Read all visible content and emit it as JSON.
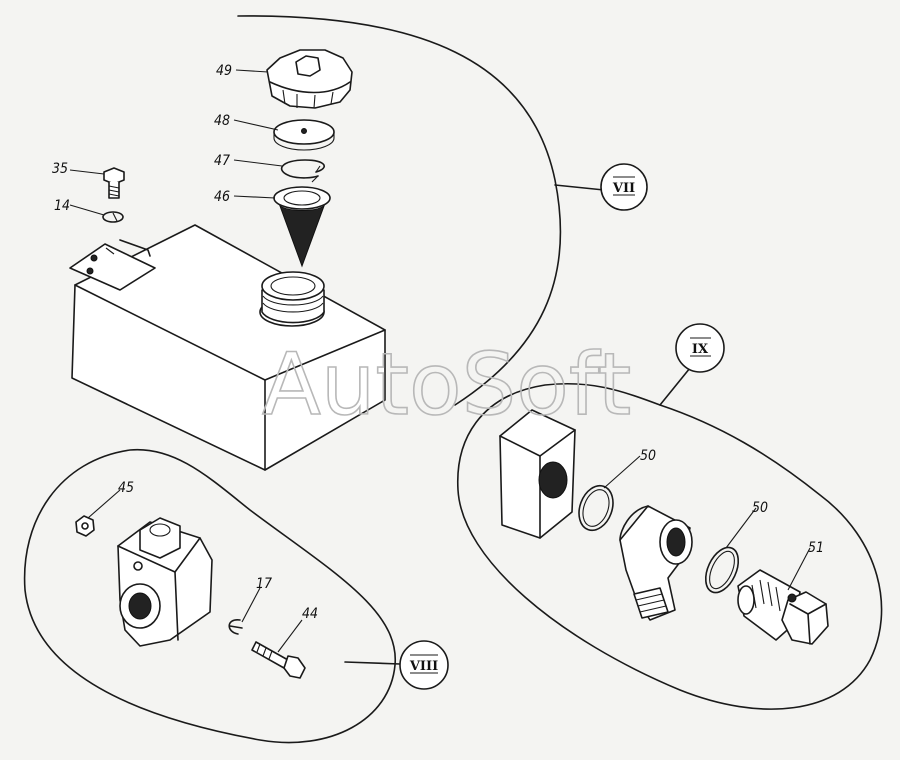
{
  "watermark": "AutoSoft",
  "callouts": {
    "c49": "49",
    "c48": "48",
    "c47": "47",
    "c46": "46",
    "c35": "35",
    "c14": "14",
    "c45": "45",
    "c17": "17",
    "c44": "44",
    "c50a": "50",
    "c50b": "50",
    "c51": "51"
  },
  "views": {
    "vii": "VII",
    "viii": "VIII",
    "ix": "IX"
  }
}
